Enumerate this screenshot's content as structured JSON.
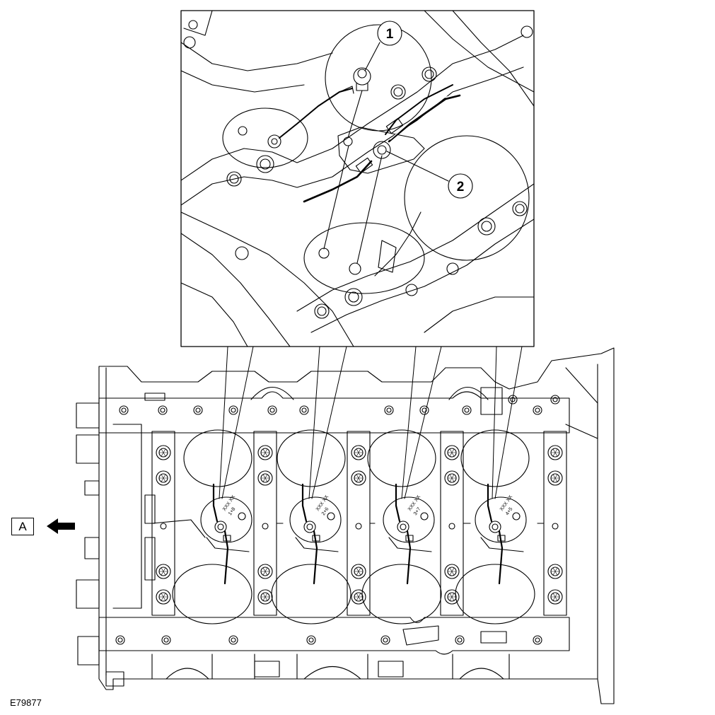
{
  "figure_id": "E79877",
  "view_label": "A",
  "callouts": [
    "1",
    "2"
  ],
  "cap_markings": [
    {
      "code": "XXX XX",
      "cyl": "1+8"
    },
    {
      "code": "XXX XX",
      "cyl": "2+6"
    },
    {
      "code": "XXX XX",
      "cyl": "3+7"
    },
    {
      "code": "XXX XX",
      "cyl": "4+5"
    }
  ],
  "colors": {
    "line": "#000000",
    "background": "#ffffff"
  },
  "icons": {
    "view_arrow": "left-arrow-icon"
  }
}
